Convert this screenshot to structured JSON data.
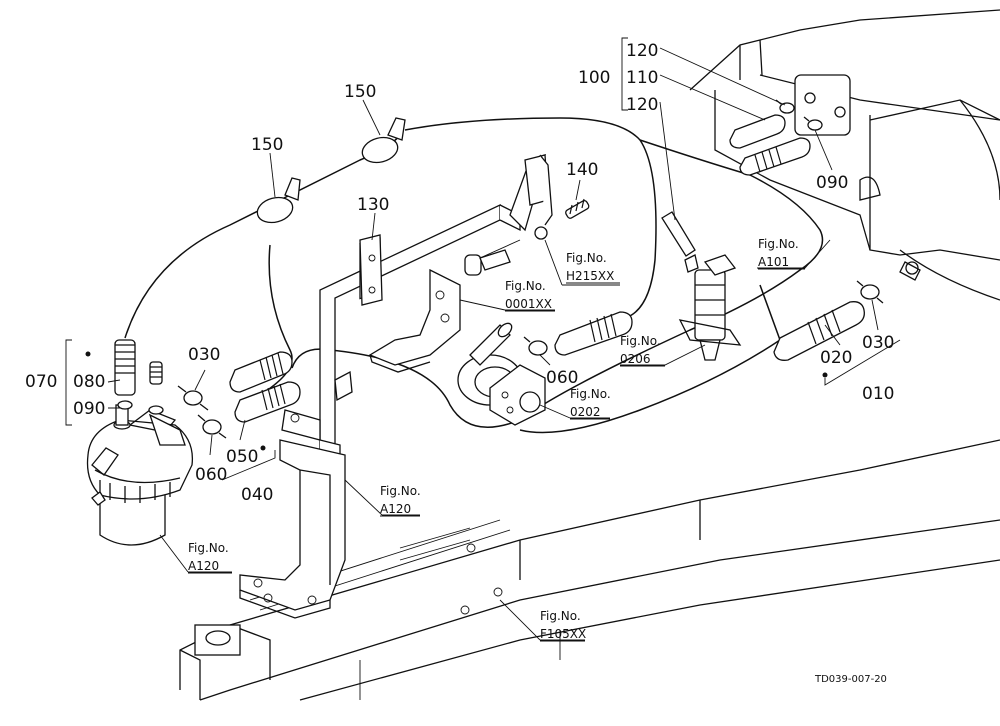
{
  "part_numbers": {
    "p010": "010",
    "p020": "020",
    "p030a": "030",
    "p030b": "030",
    "p040": "040",
    "p050": "050",
    "p060a": "060",
    "p060b": "060",
    "p070": "070",
    "p080": "080",
    "p090a": "090",
    "p090b": "090",
    "p100": "100",
    "p110": "110",
    "p120a": "120",
    "p120b": "120",
    "p130": "130",
    "p140": "140",
    "p150a": "150",
    "p150b": "150"
  },
  "fig_refs": {
    "prefix": "Fig.No.",
    "h215xx": "H215XX",
    "a101": "A101",
    "r0001xx": "0001XX",
    "r0206": "0206",
    "r0202": "0202",
    "a120_mid": "A120",
    "a120_left": "A120",
    "f105xx": "F105XX"
  },
  "drawing_code": "TD039-007-20"
}
